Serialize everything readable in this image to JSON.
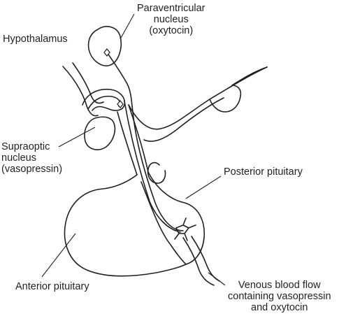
{
  "labels": {
    "paraventricular": [
      "Paraventricular",
      "nucleus",
      "(oxytocin)"
    ],
    "hypothalamus": "Hypothalamus",
    "supraoptic": [
      "Supraoptic",
      "nucleus",
      "(vasopressin)"
    ],
    "posterior": "Posterior pituitary",
    "anterior": "Anterior pituitary",
    "venous": [
      "Venous blood flow",
      "containing vasopressin",
      "and oxytocin"
    ]
  }
}
